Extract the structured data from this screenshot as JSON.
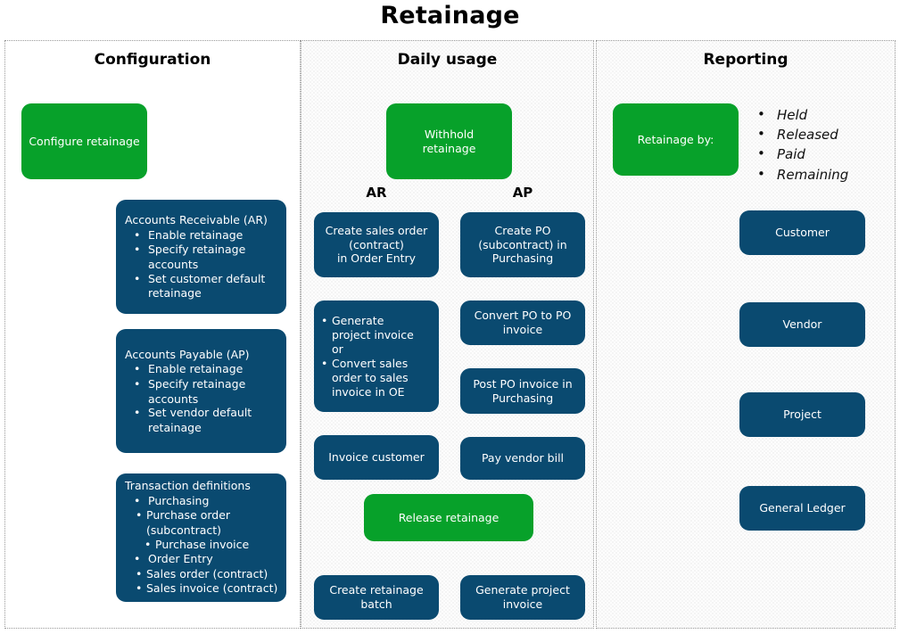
{
  "title": "Retainage",
  "colors": {
    "green": "#07a12a",
    "navy": "#0a4a70",
    "orange": "#e8890c",
    "panel_border": "#9a9a9a"
  },
  "panels": {
    "configuration": {
      "title": "Configuration"
    },
    "daily_usage": {
      "title": "Daily usage"
    },
    "reporting": {
      "title": "Reporting"
    }
  },
  "configuration": {
    "start": {
      "label": "Configure retainage"
    },
    "ar": {
      "header": "Accounts Receivable (AR)",
      "items": [
        "Enable retainage",
        "Specify retainage accounts",
        "Set customer default retainage"
      ],
      "item0": "Enable retainage",
      "item1a": "Specify retainage",
      "item1b": "accounts",
      "item2a": "Set customer default",
      "item2b": "retainage"
    },
    "ap": {
      "header": "Accounts Payable (AP)",
      "items": [
        "Enable retainage",
        "Specify retainage accounts",
        "Set vendor default retainage"
      ],
      "item0": "Enable retainage",
      "item1a": "Specify retainage",
      "item1b": "accounts",
      "item2a": "Set vendor default",
      "item2b": "retainage"
    },
    "txn": {
      "header": "Transaction definitions",
      "purchasing": "Purchasing",
      "po_a": "Purchase order",
      "po_b": "(subcontract)",
      "pinv": "Purchase invoice",
      "order_entry": "Order Entry",
      "so": "Sales order (contract)",
      "sinv": "Sales invoice (contract)"
    }
  },
  "daily_usage": {
    "withhold": {
      "line1": "Withhold",
      "line2": "retainage"
    },
    "ar_label": "AR",
    "ap_label": "AP",
    "ar_flow": {
      "create_so": {
        "line1": "Create sales order",
        "line2": "(contract)",
        "line3": "in Order Entry"
      },
      "invoice_opts": {
        "b1a": "Generate",
        "b1b": "project invoice",
        "b1c": "or",
        "b2a": "Convert sales",
        "b2b": "order to sales",
        "b2c": "invoice in OE"
      },
      "invoice_customer": "Invoice customer"
    },
    "ap_flow": {
      "create_po": {
        "line1": "Create PO",
        "line2": "(subcontract) in",
        "line3": "Purchasing"
      },
      "convert_po": {
        "line1": "Convert PO to PO",
        "line2": "invoice"
      },
      "post_po": {
        "line1": "Post PO invoice in",
        "line2": "Purchasing"
      },
      "pay_vendor": "Pay vendor bill"
    },
    "release": {
      "label": "Release retainage"
    },
    "outputs": {
      "batch": {
        "line1": "Create retainage",
        "line2": "batch"
      },
      "project_invoice": {
        "line1": "Generate project",
        "line2": "invoice"
      }
    }
  },
  "reporting": {
    "start": {
      "label": "Retainage by:"
    },
    "statuses": [
      "Held",
      "Released",
      "Paid",
      "Remaining"
    ],
    "status0": "Held",
    "status1": "Released",
    "status2": "Paid",
    "status3": "Remaining",
    "targets": [
      "Customer",
      "Vendor",
      "Project",
      "General Ledger"
    ],
    "target0": "Customer",
    "target1": "Vendor",
    "target2": "Project",
    "target3": "General Ledger"
  }
}
